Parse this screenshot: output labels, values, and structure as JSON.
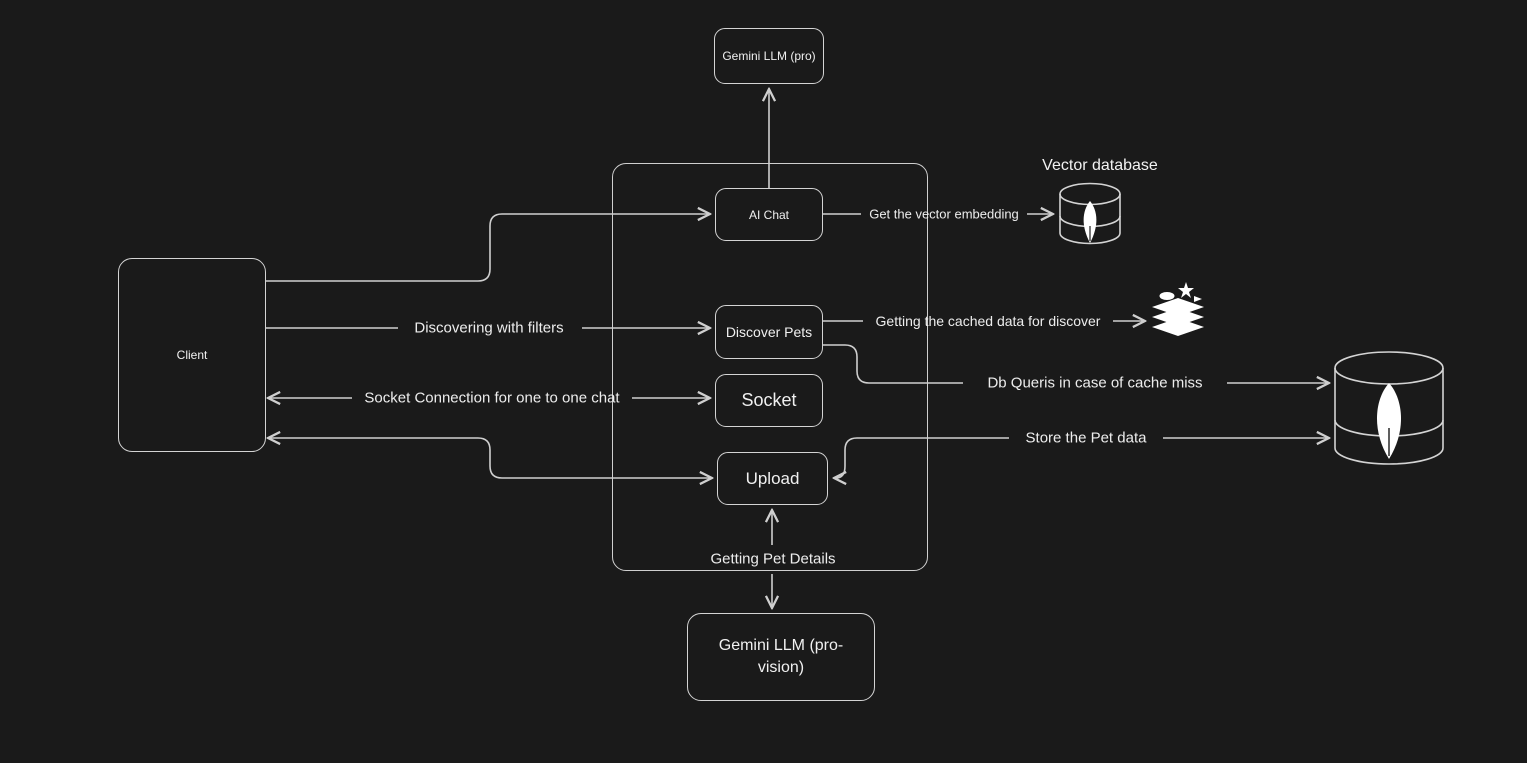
{
  "colors": {
    "background": "#1a1a1a",
    "stroke": "#cfcfcf",
    "text": "#f0f0f0"
  },
  "nodes": {
    "client": "Client",
    "gemini_pro": "Gemini LLM (pro)",
    "ai_chat": "AI Chat",
    "discover_pets": "Discover Pets",
    "socket": "Socket",
    "upload": "Upload",
    "gemini_pro_vision": "Gemini LLM (pro-vision)"
  },
  "edge_labels": {
    "get_vector_embedding": "Get the vector embedding",
    "cached_data": "Getting the cached data for discover",
    "db_queries": "Db Queris in case of cache miss",
    "store_pet_data": "Store the Pet data",
    "discovering_filters": "Discovering with filters",
    "socket_connection": "Socket Connection for one to one chat",
    "getting_pet_details": "Getting Pet Details"
  },
  "icons": {
    "vector_db": {
      "title": "Vector database",
      "icon": "mongodb-leaf-cylinder-icon"
    },
    "redis": {
      "icon": "redis-stack-icon"
    },
    "mongodb": {
      "icon": "mongodb-leaf-cylinder-icon"
    }
  }
}
